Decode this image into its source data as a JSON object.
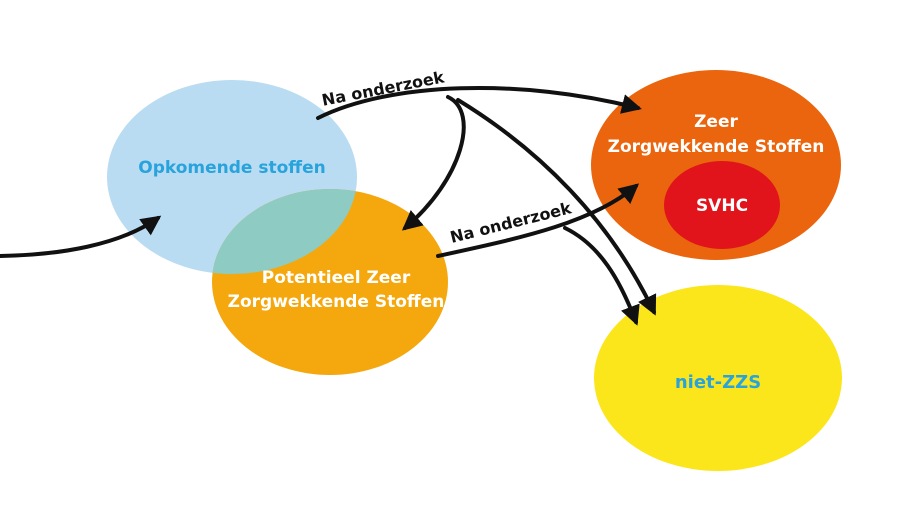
{
  "nodes": {
    "emerging": {
      "label": "Opkomende stoffen",
      "fill": "#b9dcf2",
      "text_color": "#29a3dc"
    },
    "potential": {
      "label_lines": [
        "Potentieel Zeer",
        "Zorgwekkende Stoffen"
      ],
      "fill": "#f5a80e",
      "text_color": "#ffffff"
    },
    "overlap": {
      "fill": "#8ecbc2"
    },
    "zzs": {
      "label_lines": [
        "Zeer",
        "Zorgwekkende Stoffen"
      ],
      "fill": "#ea650d",
      "text_color": "#ffffff"
    },
    "svhc": {
      "label": "SVHC",
      "fill": "#e0141a",
      "text_color": "#ffffff"
    },
    "not_zzs": {
      "label": "niet-ZZS",
      "fill": "#fbe61c",
      "text_color": "#29a3dc"
    }
  },
  "edges": {
    "top_label": "Na onderzoek",
    "middle_label": "Na onderzoek",
    "color": "#111111"
  }
}
